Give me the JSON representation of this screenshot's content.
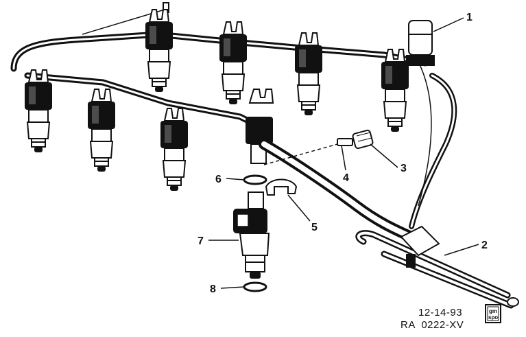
{
  "callouts": [
    {
      "id": "1",
      "label": "1"
    },
    {
      "id": "2",
      "label": "2"
    },
    {
      "id": "3",
      "label": "3"
    },
    {
      "id": "4",
      "label": "4"
    },
    {
      "id": "5",
      "label": "5"
    },
    {
      "id": "6",
      "label": "6"
    },
    {
      "id": "7",
      "label": "7"
    },
    {
      "id": "8",
      "label": "8"
    }
  ],
  "footer": {
    "date": "12-14-93",
    "code": "RA  0222-XV"
  },
  "logo": {
    "line1": "gm",
    "line2": "spo"
  },
  "colors": {
    "ink": "#111111",
    "paper": "#ffffff"
  }
}
